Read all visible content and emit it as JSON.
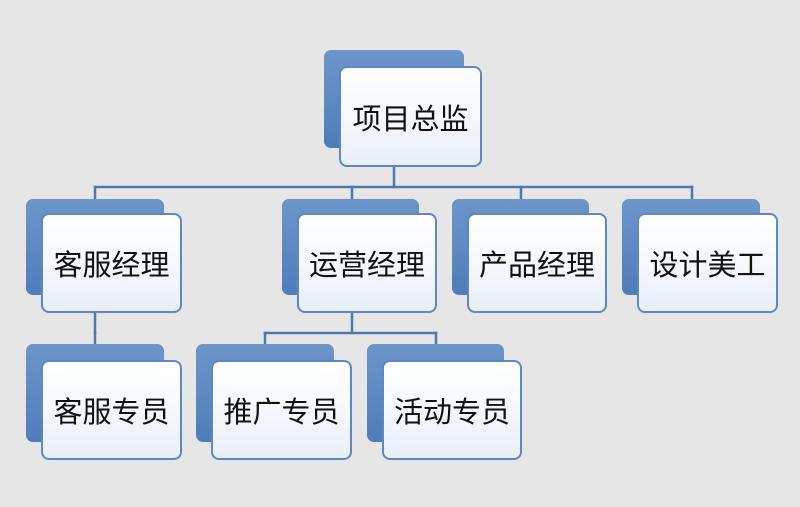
{
  "diagram": {
    "type": "org-chart",
    "colors": {
      "background": "#e6e6e6",
      "line": "#4f78ad",
      "box_back": "#4f7dbb",
      "box_border": "#5f88c1",
      "box_front": "#f4f7fc",
      "text": "#111111"
    },
    "nodes": [
      {
        "id": "director",
        "label": "项目总监"
      },
      {
        "id": "cs-manager",
        "label": "客服经理"
      },
      {
        "id": "ops-manager",
        "label": "运营经理"
      },
      {
        "id": "product-manager",
        "label": "产品经理"
      },
      {
        "id": "designer",
        "label": "设计美工"
      },
      {
        "id": "cs-specialist",
        "label": "客服专员"
      },
      {
        "id": "promo-specialist",
        "label": "推广专员"
      },
      {
        "id": "event-specialist",
        "label": "活动专员"
      }
    ],
    "edges": [
      {
        "from": "director",
        "to": "cs-manager"
      },
      {
        "from": "director",
        "to": "ops-manager"
      },
      {
        "from": "director",
        "to": "product-manager"
      },
      {
        "from": "director",
        "to": "designer"
      },
      {
        "from": "cs-manager",
        "to": "cs-specialist"
      },
      {
        "from": "ops-manager",
        "to": "promo-specialist"
      },
      {
        "from": "ops-manager",
        "to": "event-specialist"
      }
    ]
  }
}
